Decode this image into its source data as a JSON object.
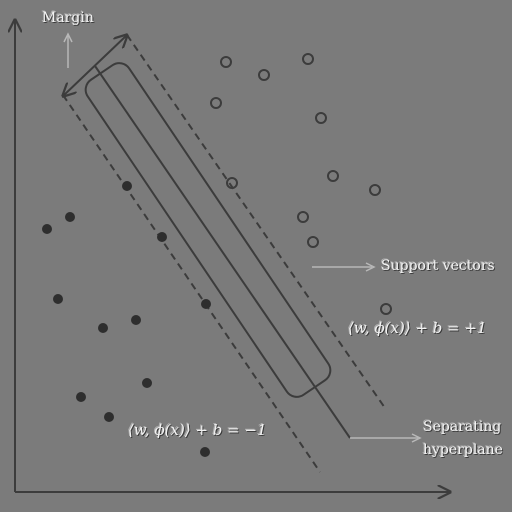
{
  "labels": {
    "margin": "Margin",
    "support_vectors": "Support vectors",
    "separating_line1": "Separating",
    "separating_line2": "hyperplane",
    "plus_plane": "⟨w, ϕ(x)⟩ + b = +1",
    "minus_plane": "⟨w, ϕ(x)⟩ + b = −1"
  },
  "colors": {
    "background": "#7b7b7b",
    "stroke": "#3c3c3c",
    "highlight": "#b8b8b8",
    "text": "#f2f2f2"
  },
  "markers": {
    "open_class": "hollow-circle",
    "filled_class": "filled-dot"
  }
}
